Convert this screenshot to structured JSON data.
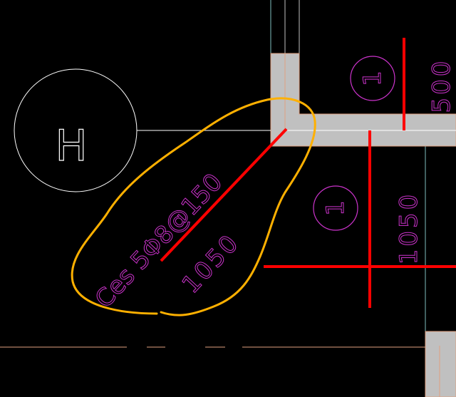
{
  "drawing": {
    "background_color": "#000000",
    "wall_color": "#c0c0c0",
    "line_color": "#ffffff",
    "rebar_color": "#ff0000",
    "markup_color": "#ffb000",
    "text_color": "#cc33cc",
    "thin_line_color": "#e0a080",
    "guide_line_color": "#80c0c0"
  },
  "grid_bubble": {
    "label": "H"
  },
  "annotations": {
    "diagonal_rebar_spec": "Ces 5Φ8@150",
    "diagonal_length": "1050",
    "top_right_length": "500",
    "vertical_length": "1050",
    "section_mark_top": "1",
    "section_mark_middle": "1"
  }
}
